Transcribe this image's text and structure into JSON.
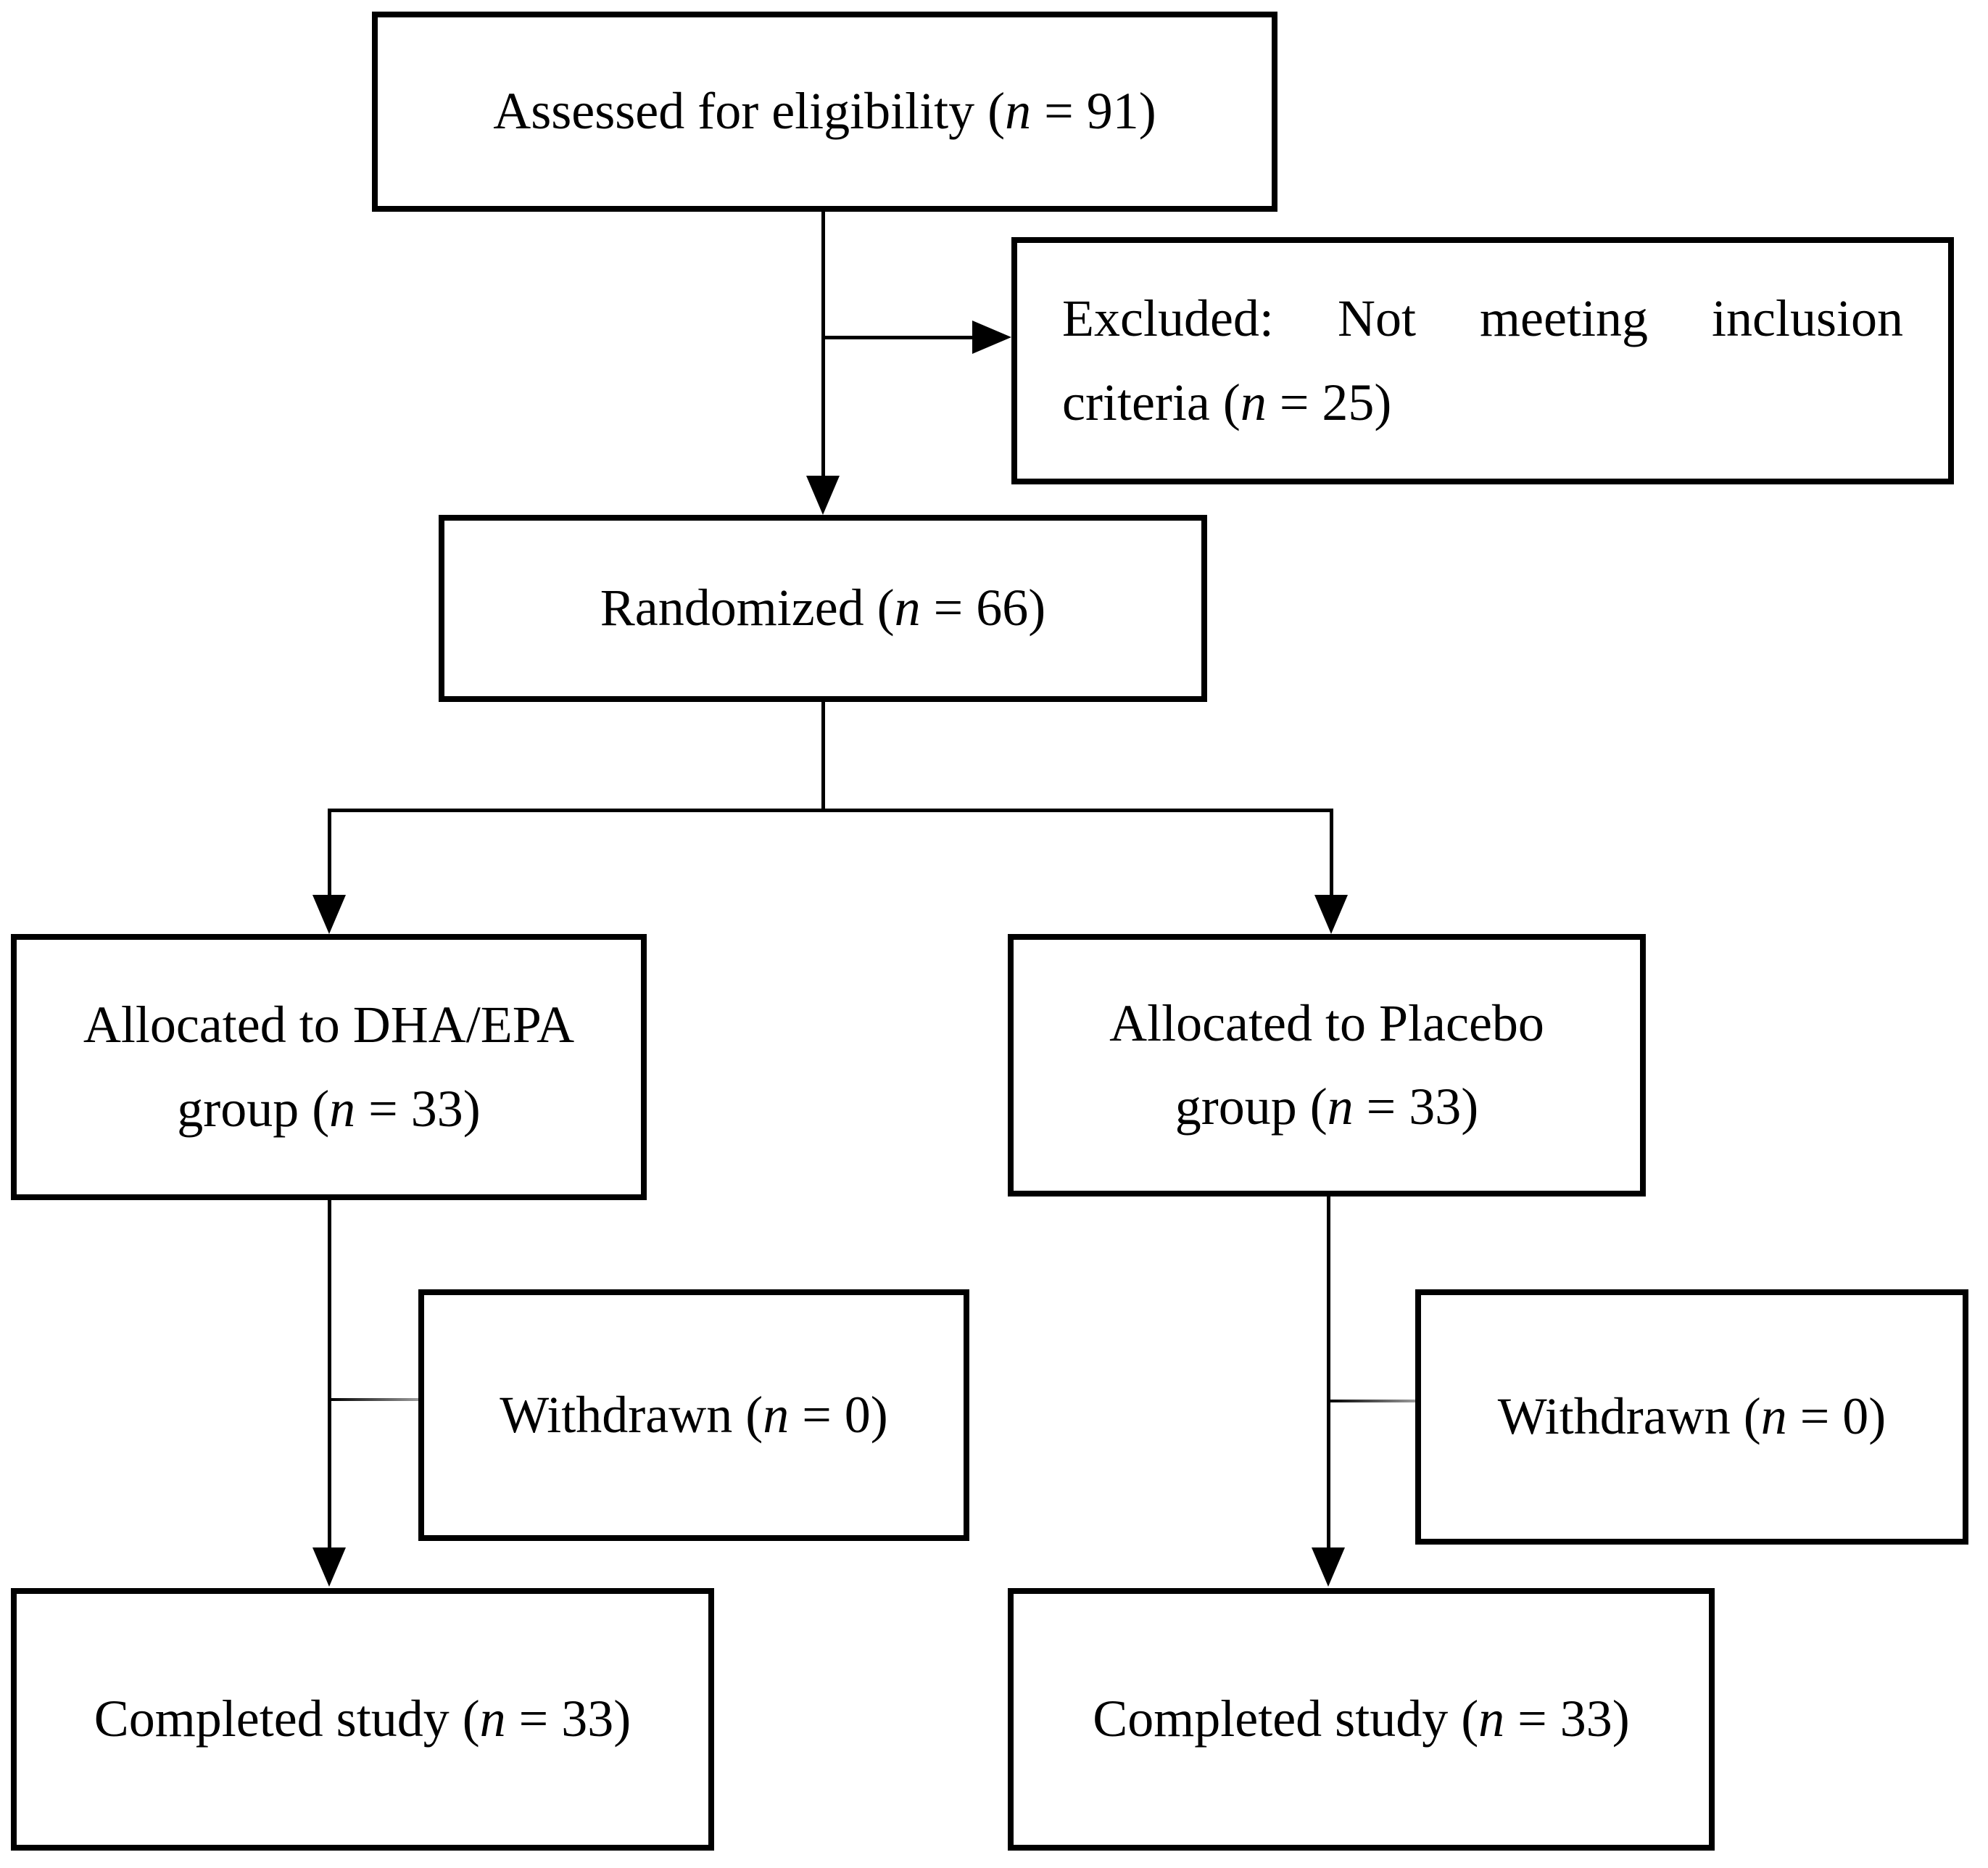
{
  "figure": {
    "type": "consort-flow-diagram",
    "background_color": "#ffffff",
    "box_border_color": "#000000",
    "line_color": "#000000",
    "nodes": {
      "assessed": {
        "pre": "Assessed for eligibility (",
        "n": "n",
        "post": " = 91)"
      },
      "excluded": {
        "line1": "Excluded: Not meeting inclusion",
        "line2_pre": "criteria (",
        "n": "n",
        "line2_post": " = 25)"
      },
      "randomized": {
        "pre": "Randomized (",
        "n": "n",
        "post": " = 66)"
      },
      "allocated_dha": {
        "line1": "Allocated to DHA/EPA",
        "line2_pre": "group (",
        "n": "n",
        "line2_post": " = 33)"
      },
      "allocated_placebo": {
        "line1": "Allocated to Placebo",
        "line2_pre": "group (",
        "n": "n",
        "line2_post": " = 33)"
      },
      "withdrawn_dha": {
        "pre": "Withdrawn (",
        "n": "n",
        "post": " = 0)"
      },
      "withdrawn_placebo": {
        "pre": "Withdrawn (",
        "n": "n",
        "post": " = 0)"
      },
      "completed_dha": {
        "pre": "Completed study (",
        "n": "n",
        "post": " = 33)"
      },
      "completed_placebo": {
        "pre": "Completed study (",
        "n": "n",
        "post": " = 33)"
      }
    }
  }
}
